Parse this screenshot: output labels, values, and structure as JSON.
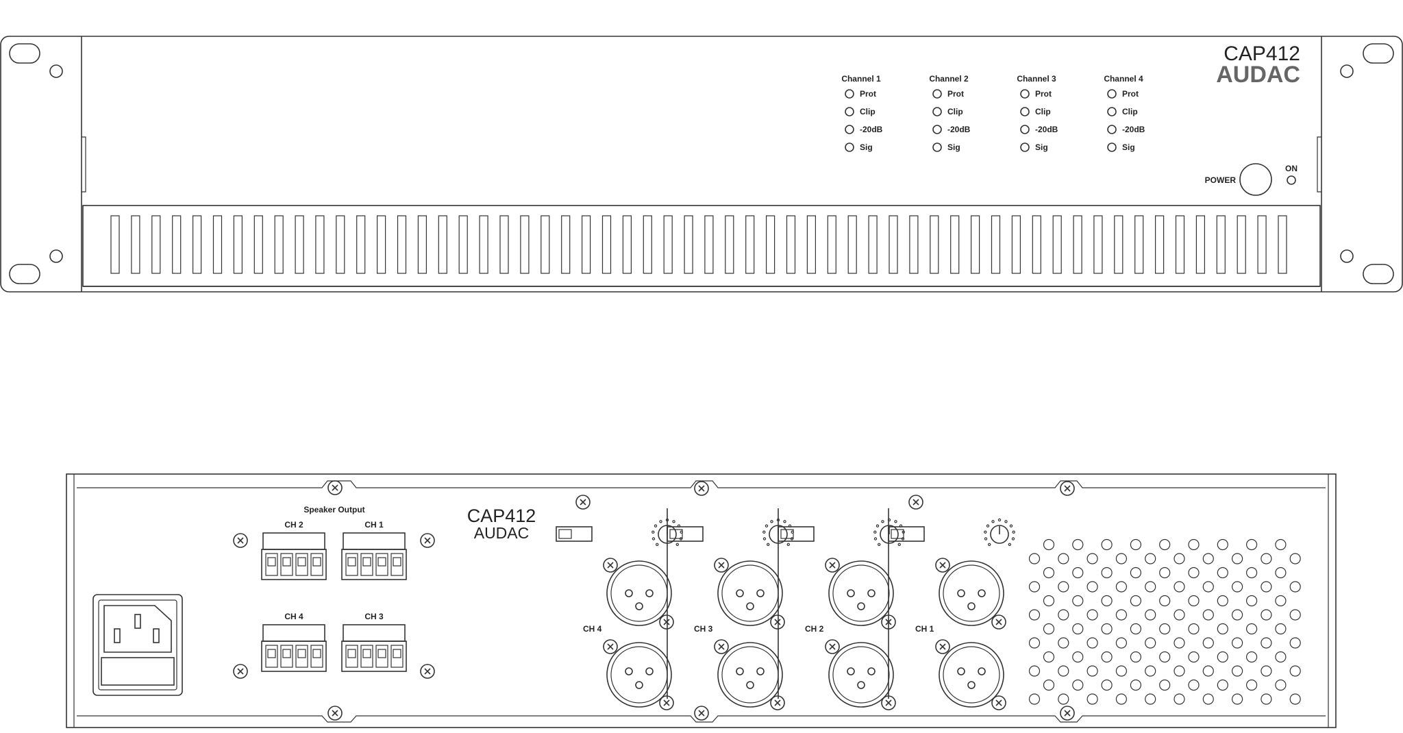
{
  "front": {
    "model": "CAP412",
    "brand": "AUDAC",
    "channels": [
      {
        "label": "Channel 1",
        "leds": [
          "Prot",
          "Clip",
          "-20dB",
          "Sig"
        ]
      },
      {
        "label": "Channel 2",
        "leds": [
          "Prot",
          "Clip",
          "-20dB",
          "Sig"
        ]
      },
      {
        "label": "Channel 3",
        "leds": [
          "Prot",
          "Clip",
          "-20dB",
          "Sig"
        ]
      },
      {
        "label": "Channel 4",
        "leds": [
          "Prot",
          "Clip",
          "-20dB",
          "Sig"
        ]
      }
    ],
    "power_label": "POWER",
    "on_label": "ON",
    "vent_slot_count": 58
  },
  "rear": {
    "model": "CAP412",
    "brand": "AUDAC",
    "speaker_output_label": "Speaker Output",
    "speaker_terminals": [
      {
        "label": "CH 2"
      },
      {
        "label": "CH 1"
      },
      {
        "label": "CH 4"
      },
      {
        "label": "CH 3"
      }
    ],
    "input_channels": [
      {
        "label": "CH 4"
      },
      {
        "label": "CH 3"
      },
      {
        "label": "CH 2"
      },
      {
        "label": "CH 1"
      }
    ]
  }
}
